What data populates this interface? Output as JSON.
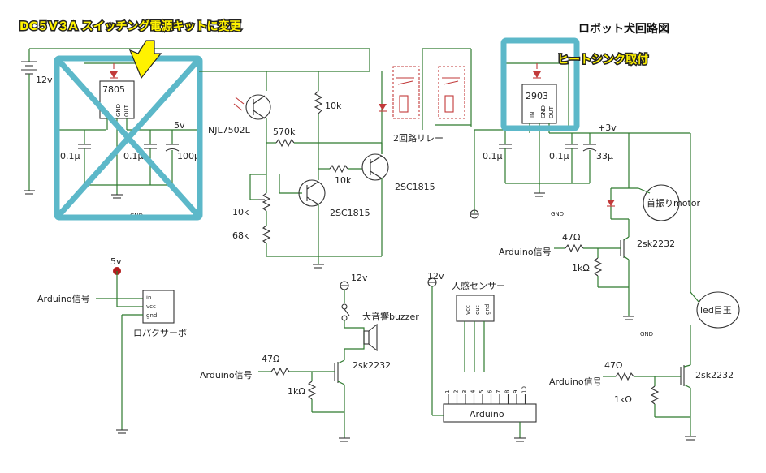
{
  "title": "ロボット犬回路図",
  "annotations": {
    "top": "DC５V３A スイッチング電源キットに変更",
    "heatsink": "ヒートシンク取付"
  },
  "power": {
    "battery_label": "12v",
    "reg1": "7805",
    "reg2": "2903",
    "reg_pins": [
      "IN",
      "GND",
      "OUT"
    ],
    "v5": "5v",
    "v3": "+3v",
    "c1": "0.1μ",
    "c2": "0.1μ",
    "c3": "100μ",
    "c4": "0.1μ",
    "c5": "0.1μ",
    "c6": "33μ",
    "gnd1": "GND",
    "gnd2": "GND",
    "gnd3": "GND"
  },
  "sensor": {
    "photo": "NJL7502L",
    "r1": "10k",
    "r2": "570k",
    "r3": "10k",
    "r4": "10k",
    "r5": "68k",
    "q1": "2SC1815",
    "q2": "2SC1815",
    "relay": "2回路リレー"
  },
  "motor": {
    "label": "首振りmotor",
    "sig": "Arduino信号",
    "r1": "47Ω",
    "r2": "1kΩ",
    "fet": "2sk2232"
  },
  "led": {
    "label": "led目玉",
    "sig": "Arduino信号",
    "r1": "47Ω",
    "r2": "1kΩ",
    "fet": "2sk2232"
  },
  "buzzer": {
    "v": "12v",
    "label": "大音響buzzer",
    "sig": "Arduino信号",
    "r1": "47Ω",
    "r2": "1kΩ",
    "fet": "2sk2232"
  },
  "servo": {
    "v": "5v",
    "sig": "Arduino信号",
    "pins": [
      "in",
      "vcc",
      "gnd"
    ],
    "label": "ロパクサーボ"
  },
  "pir": {
    "v": "12v",
    "label": "人感センサー",
    "pins": [
      "vcc",
      "out",
      "gnd"
    ]
  },
  "arduino": {
    "label": "Arduino",
    "pins": [
      "1",
      "2",
      "3",
      "4",
      "5",
      "6",
      "7",
      "8",
      "9",
      "10"
    ]
  }
}
